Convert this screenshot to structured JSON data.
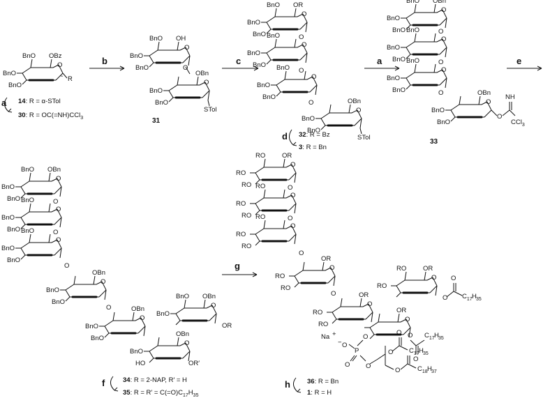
{
  "reagents": {
    "a": "a",
    "b": "b",
    "c": "c",
    "e": "e",
    "d": "d",
    "f": "f",
    "g": "g",
    "h": "h"
  },
  "compounds": {
    "c14": {
      "num": "14",
      "rest": ": R = α-STol"
    },
    "c30": {
      "num": "30",
      "rest": ": R = OC(=NH)CCl"
    },
    "c31": "31",
    "c32": {
      "num": "32",
      "rest": ": R = Bz"
    },
    "c3": {
      "num": "3",
      "rest": ": R = Bn"
    },
    "c33": "33",
    "c34": {
      "num": "34",
      "rest": ": R = 2-NAP, R′ = H"
    },
    "c35": {
      "num": "35",
      "rest": ": R = R′ = C(=O)C"
    },
    "c36": {
      "num": "36",
      "rest": ": R = Bn"
    },
    "c1": {
      "num": "1",
      "rest": ": R = H"
    }
  },
  "groups": {
    "BnO": "BnO",
    "OBn": "OBn",
    "OBz": "OBz",
    "OH": "OH",
    "STol": "STol",
    "O": "O",
    "R": "R",
    "OR": "OR",
    "RO": "RO",
    "HO": "HO",
    "NH": "NH",
    "CCl3": "CCl",
    "Na": "Na",
    "P": "P",
    "C17H35": "C",
    "C18H37": "C"
  }
}
